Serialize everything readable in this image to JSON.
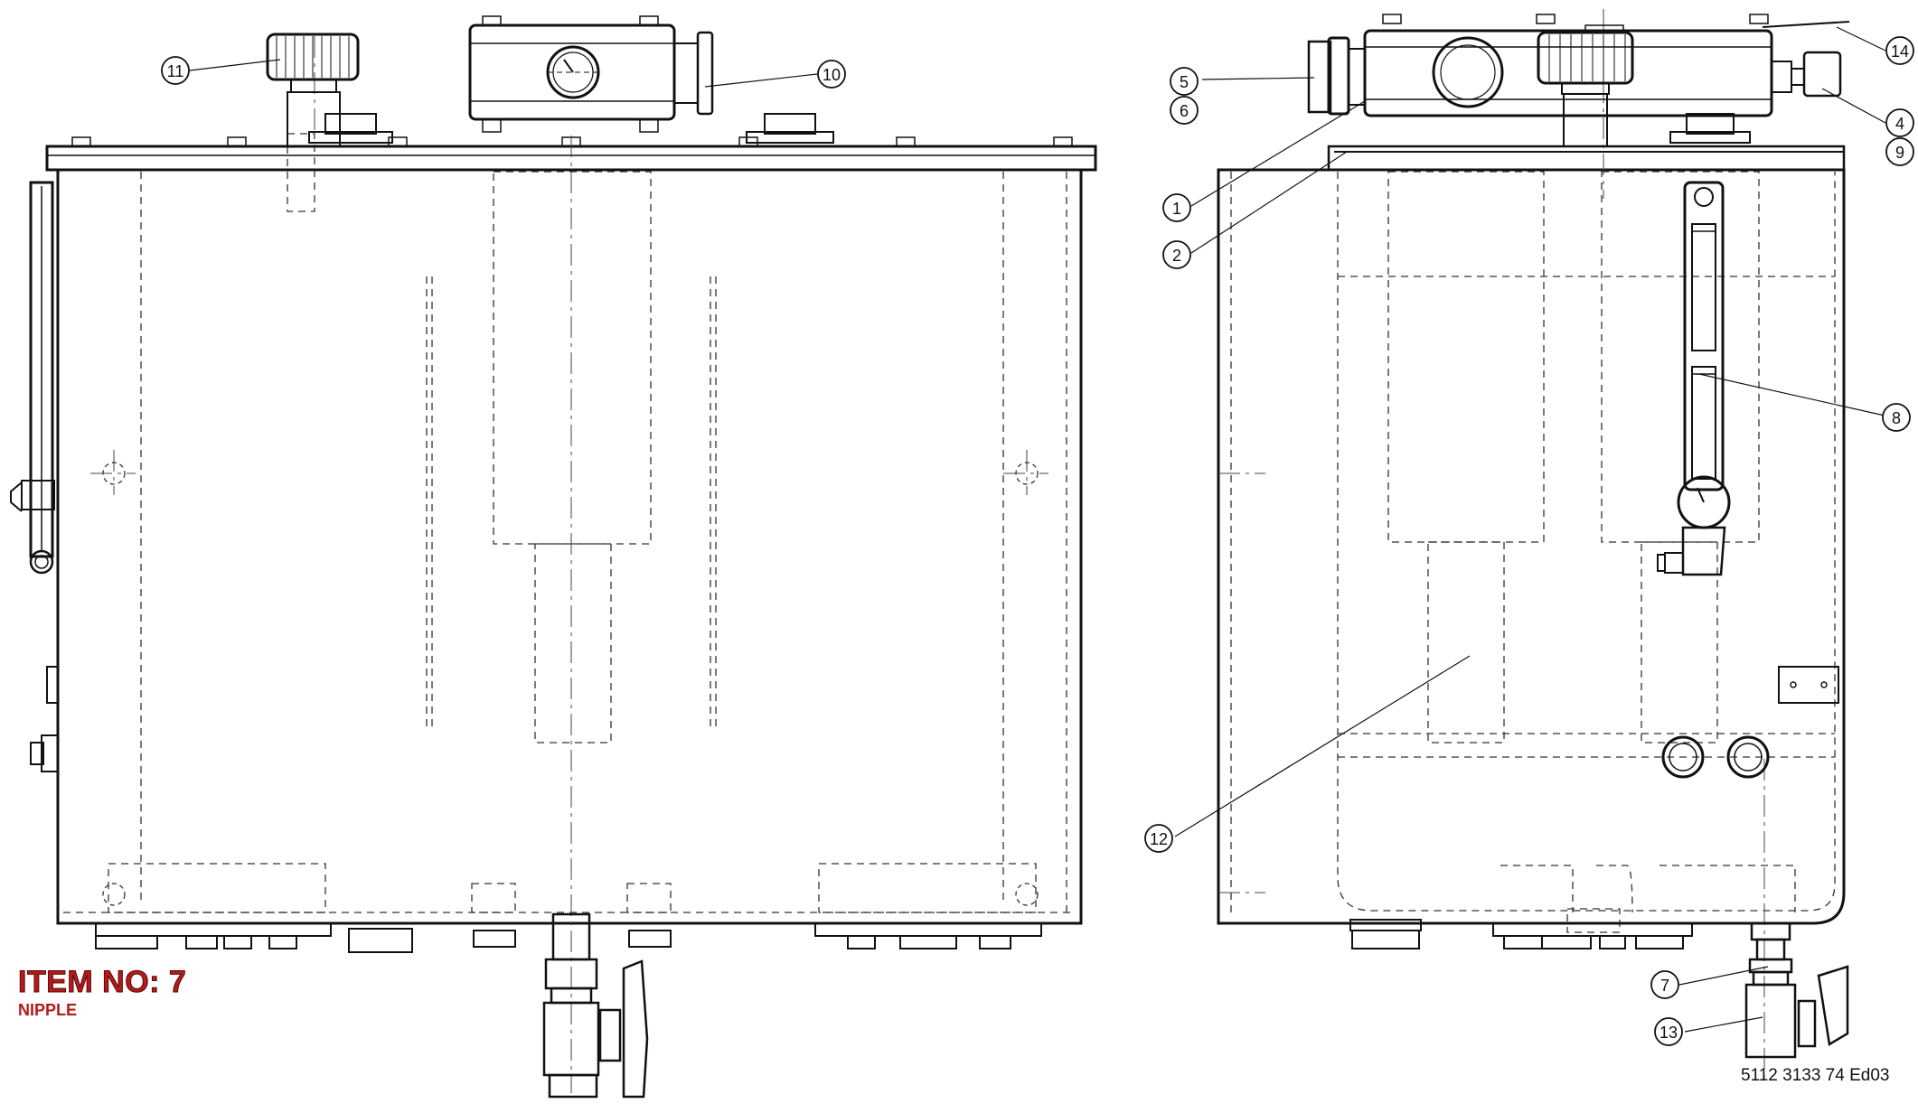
{
  "item_label": {
    "title": "ITEM NO: 7",
    "subtitle": "NIPPLE"
  },
  "document_number": "5112 3133 74 Ed03",
  "callouts": [
    "1",
    "2",
    "4",
    "5",
    "6",
    "7",
    "8",
    "9",
    "10",
    "11",
    "12",
    "13",
    "14"
  ],
  "colors": {
    "line": "#111111",
    "hidden": "#333333",
    "highlight": "#b51a1a",
    "background": "#ffffff"
  }
}
